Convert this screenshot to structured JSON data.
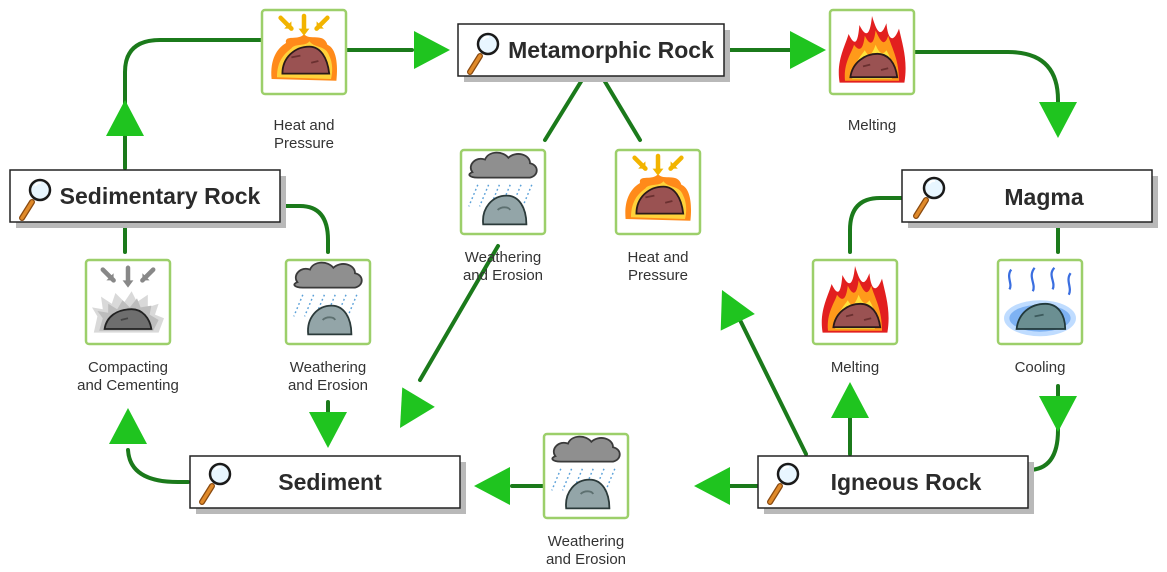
{
  "nodes": {
    "metamorphic": "Metamorphic Rock",
    "sedimentary": "Sedimentary Rock",
    "magma": "Magma",
    "sediment": "Sediment",
    "igneous": "Igneous Rock"
  },
  "processes": {
    "heat_top": [
      "Heat and",
      "Pressure"
    ],
    "melting_top": [
      "Melting"
    ],
    "weathering_center": [
      "Weathering",
      "and Erosion"
    ],
    "heat_center": [
      "Heat and",
      "Pressure"
    ],
    "compacting": [
      "Compacting",
      "and Cementing"
    ],
    "weathering_left": [
      "Weathering",
      "and Erosion"
    ],
    "melting_right": [
      "Melting"
    ],
    "cooling": [
      "Cooling"
    ],
    "weathering_bottom": [
      "Weathering",
      "and Erosion"
    ]
  },
  "icons": {
    "node": "magnifier-icon",
    "heat": "heat-pressure-icon",
    "melt": "melting-icon",
    "weather": "weathering-icon",
    "compact": "compacting-icon",
    "cool": "cooling-icon"
  },
  "colors": {
    "arrow": "#1b7a1b",
    "arrowhead": "#1fc41f",
    "tile_border": "#9ccf6a",
    "box_border": "#222222"
  }
}
